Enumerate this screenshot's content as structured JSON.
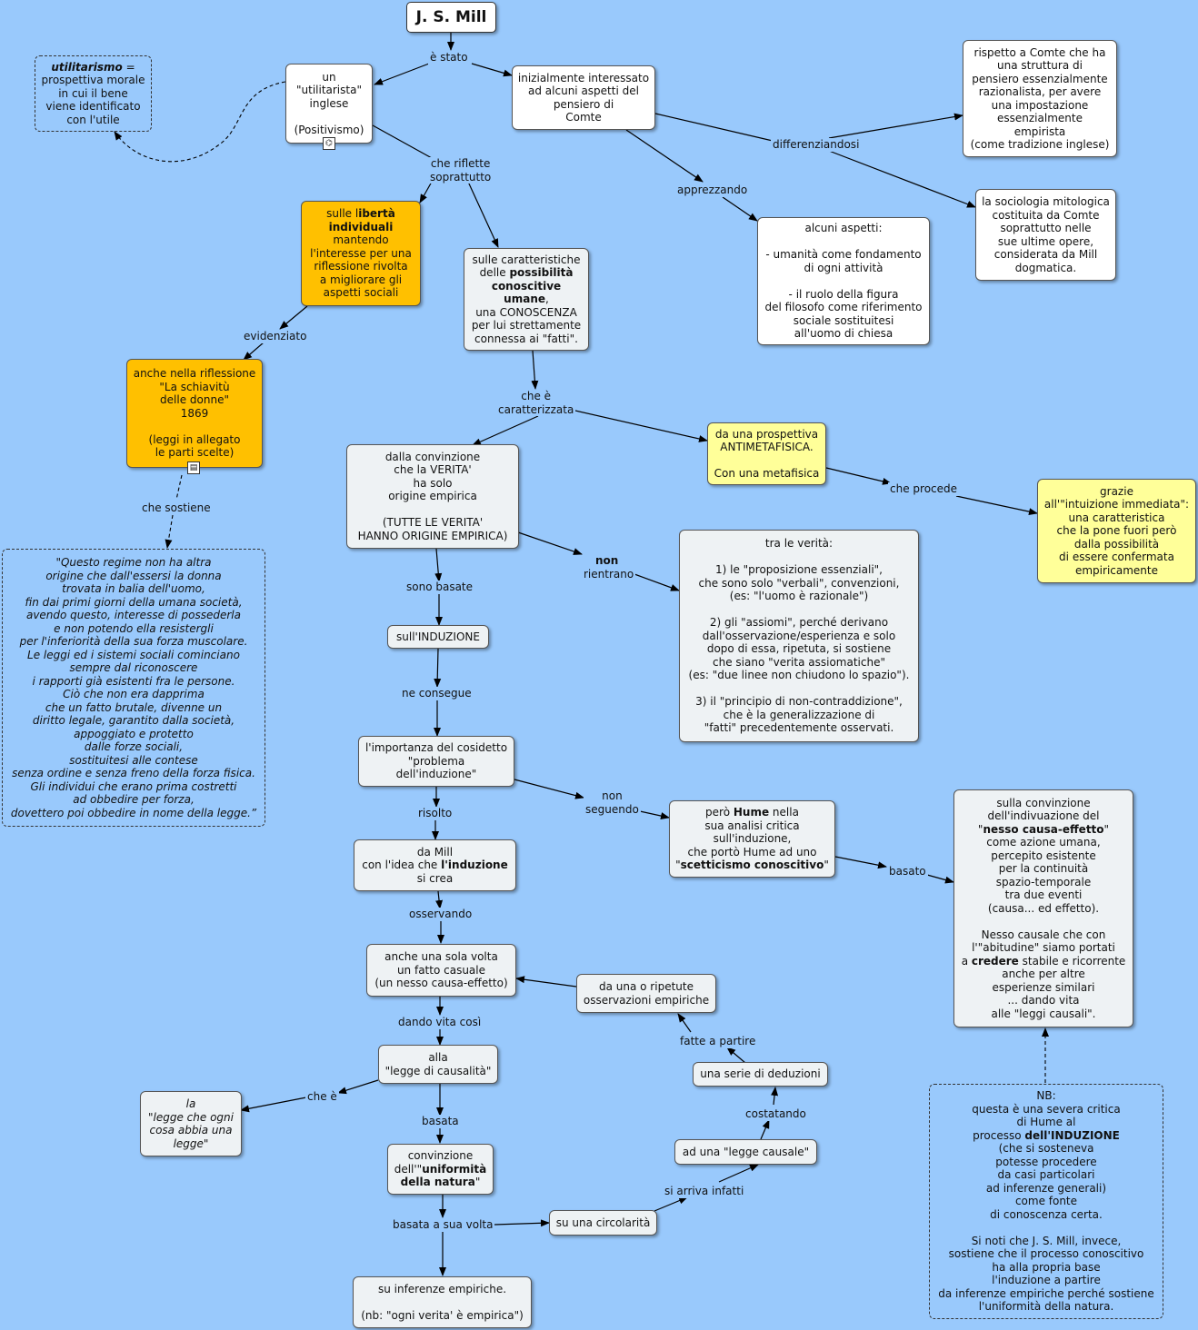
{
  "nodes": {
    "title": "J. S. Mill",
    "utilitarista": "un\n\"utilitarista\"\ninglese\n\n(Positivismo)",
    "utilitarismo_term": "utilitarismo",
    "utilitarismo_rest": " =\nprospettiva morale\nin cui il bene\nviene identificato\ncon l'utile",
    "comte": "inizialmente interessato\nad alcuni aspetti del\npensiero di\nComte",
    "rispetto_comte": "rispetto a Comte che ha\nuna struttura di\npensiero essenzialmente\nrazionalista, per avere\nuna impostazione\nessenzialmente\nempirista\n(come tradizione inglese)",
    "sociologia": "la sociologia mitologica\ncostituita da Comte\nsoprattutto nelle\nsue ultime opere,\nconsiderata da Mill\ndogmatica.",
    "alcuni_aspetti": "alcuni aspetti:\n\n- umanità come fondamento\ndi ogni attività\n\n- il ruolo della figura\ndel filosofo come riferimento\nsociale sostituitesi\nall'uomo di chiesa",
    "liberta_a": "sulle l",
    "liberta_b": "ibertà\nindividuali",
    "liberta_c": "mantendo\nl'interesse per una\nriflessione  rivolta\na migliorare gli\naspetti  sociali",
    "possibilita_a": "sulle caratteristiche\ndelle ",
    "possibilita_b": "possibilità\nconoscitive\numane",
    "possibilita_c": ",\nuna CONOSCENZA\nper lui strettamente\nconnessa ai \"fatti\".",
    "schiavitu": "anche nella riflessione\n\"La schiavitù\ndelle donne\"\n1869\n\n(leggi in allegato\nle parti scelte)",
    "quote": "\"Questo regime non ha altra\norigine che dall'essersi la donna\ntrovata in balia dell'uomo,\nfin dai primi giorni della umana società,\navendo questo, interesse di possederla\ne non potendo ella resistergli\nper l'inferiorità della sua forza muscolare.\nLe leggi ed i sistemi sociali cominciano\nsempre dal riconoscere\ni rapporti già esistenti fra le persone.\nCiò che non era dapprima\nche un fatto brutale, divenne un\ndiritto legale, garantito dalla società,\nappoggiato e protetto\ndalle forze sociali,\nsostituitesi alle contese\nsenza ordine e senza freno della forza fisica.\nGli individui che erano prima costretti\nad obbedire per forza,\ndovettero poi obbedire in nome della legge.”",
    "antimetafisica": "da una prospettiva\nANTIMETAFISICA.\n\nCon una metafisica",
    "intuizione": "grazie\nall'\"intuizione immediata\":\nuna caratteristica\nche la pone fuori però\ndalla possibilità\ndi essere confermata\nempiricamente",
    "verita": "dalla convinzione\nche la VERITA'\nha solo\norigine empirica\n\n(TUTTE LE VERITA'\nHANNO ORIGINE EMPIRICA)",
    "tra_verita": "tra le verità:\n\n1)  le \"proposizione essenziali\",\nche sono solo \"verbali\", convenzioni,\n(es: \"l'uomo è razionale\")\n\n2) gli \"assiomi\", perché derivano\ndall'osservazione/esperienza e solo\ndopo di essa, ripetuta, si sostiene\nche siano \"verita assiomatiche\"\n(es: \"due linee non chiudono lo spazio\").\n\n3) il \"principio di non-contraddizione\",\nche è la generalizzazione  di\n\"fatti\" precedentemente osservati.",
    "induzione": "sull'INDUZIONE",
    "problema": "l'importanza del cosidetto\n\"problema\ndell'induzione\"",
    "hume_a": "però  ",
    "hume_b": "Hume",
    "hume_c": " nella\nsua analisi critica\nsull'induzione,\nche  portò Hume ad uno\n\"",
    "hume_d": "scetticismo conoscitivo",
    "hume_e": "\"",
    "causa_a": "sulla convinzione\ndell'indivuazione del\n\"",
    "causa_b": "nesso causa-effetto",
    "causa_c": "\"\ncome azione umana,\npercepito esistente\nper la continuità\nspazio-temporale\ntra due eventi\n(causa... ed effetto).\n\nNesso causale che con\nl'\"abitudine\" siamo portati\na ",
    "causa_d": "credere",
    "causa_e": " stabile e ricorrente\nanche per altre\nesperienze similari\n... dando vita\nalle \"leggi causali\".",
    "mill_a": "da Mill\ncon l'idea che ",
    "mill_b": "l'induzione",
    "mill_c": "\nsi crea",
    "fatto_casuale": "anche una sola volta\nun fatto casuale\n(un nesso causa-effetto)",
    "osservazioni": "da una o ripetute\nosservazioni empiriche",
    "deduzioni": "una serie di deduzioni",
    "legge_causale": "ad una \"legge causale\"",
    "legge_causalita": "alla\n\"legge di causalità\"",
    "legge_ogni": "la\n\"legge che ogni\ncosa abbia una\nlegge\"",
    "uniformita_a": "convinzione\ndell'\"",
    "uniformita_b": "uniformità\ndella natura",
    "uniformita_c": "\"",
    "circolarita": "su una circolarità",
    "inferenze": "su inferenze empiriche.\n\n(nb: \"ogni verita' è empirica\")",
    "nb_a": "NB:\nquesta è una severa critica\ndi Hume al\nprocesso ",
    "nb_b": "dell'INDUZIONE",
    "nb_c": "\n(che si sosteneva\npotesse procedere\nda casi particolari\nad inferenze generali)\ncome fonte\ndi conoscenza certa.\n\nSi noti che J. S. Mill, invece,\nsostiene che il processo conoscitivo\nha alla propria base\nl'induzione a partire\nda inferenze empiriche perché sostiene\nl'uniformità della natura."
  },
  "links": {
    "e_stato": "è stato",
    "che_riflette": "che riflette\nsoprattutto",
    "differenziandosi": "differenziandosi",
    "apprezzando": "apprezzando",
    "evidenziato": "evidenziato",
    "che_sostiene": "che sostiene",
    "che_e_caratterizzata": "che è\ncaratterizzata",
    "che_procede": "che procede",
    "non": "non",
    "rientrano": "rientrano",
    "sono_basate": "sono basate",
    "ne_consegue": "ne consegue",
    "risolto": "risolto",
    "non_seguendo": "non\nseguendo",
    "basato": "basato",
    "osservando": "osservando",
    "dando_vita": "dando vita così",
    "fatte_a_partire": "fatte a partire",
    "costatando": "costatando",
    "si_arriva": "si arriva infatti",
    "che_e": "che è",
    "basata": "basata",
    "basata_sua_volta": "basata a sua volta"
  },
  "icons": {
    "concept_map_icon": "concept-map-icon",
    "attachment_icon": "document-attachment-icon"
  },
  "colors": {
    "background": "#99c9fc",
    "orange_node": "#ffc000",
    "yellow_node": "#ffff99",
    "gray_node": "#eef2f4"
  }
}
